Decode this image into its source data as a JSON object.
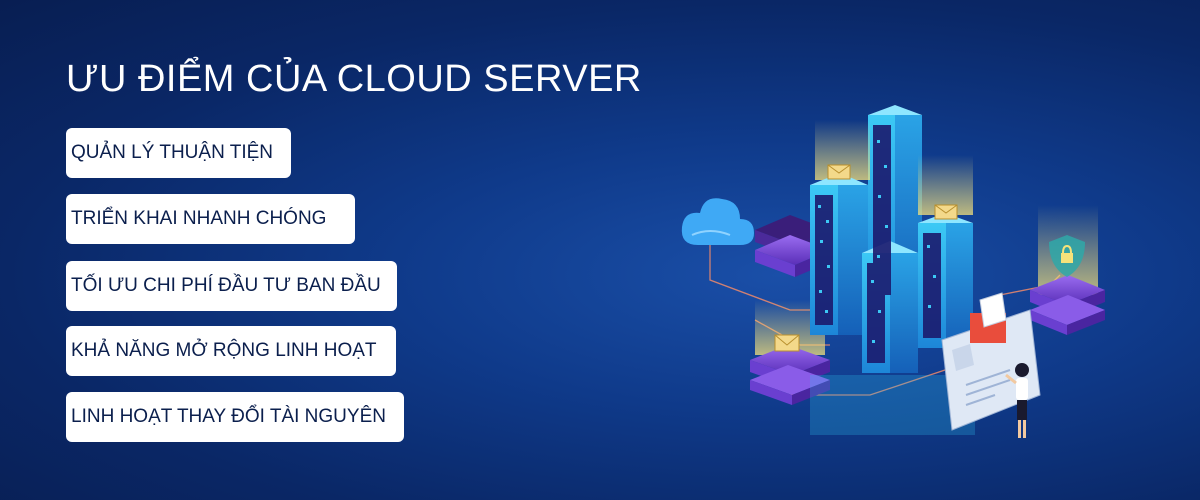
{
  "title": "ƯU ĐIỂM CỦA CLOUD SERVER",
  "advantages": [
    "QUẢN LÝ THUẬN TIỆN",
    "TRIỂN KHAI NHANH CHÓNG",
    "TỐI ƯU CHI PHÍ ĐẦU TƯ BAN ĐẦU",
    "KHẢ NĂNG MỞ RỘNG LINH HOẠT",
    "LINH HOẠT THAY ĐỔI TÀI NGUYÊN"
  ],
  "icons": [
    "cloud-icon",
    "envelope-icon",
    "shield-lock-icon",
    "person-icon",
    "server-icon"
  ],
  "colors": {
    "background": "#0f3a8a",
    "server_cyan": "#2ec5f0",
    "platform_purple": "#7b4fd8",
    "glow_yellow": "#f6e27a",
    "pill_bg": "#ffffff",
    "pill_text": "#0b1f4d"
  }
}
